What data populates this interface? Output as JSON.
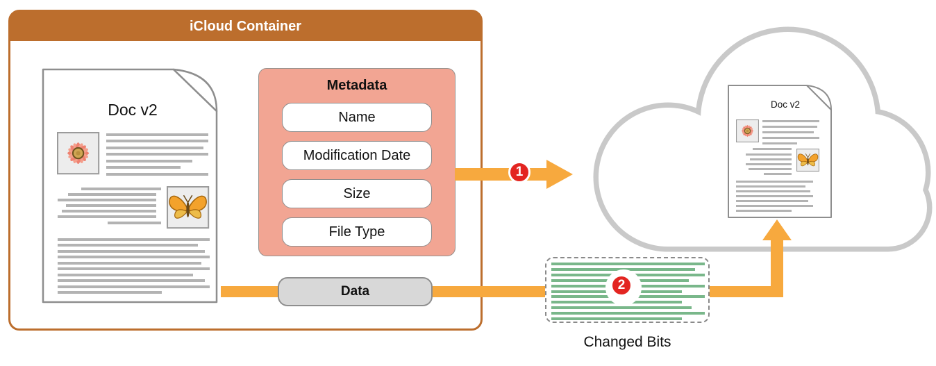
{
  "container": {
    "title": "iCloud Container",
    "document": {
      "title": "Doc v2"
    },
    "data_label": "Data"
  },
  "metadata": {
    "title": "Metadata",
    "fields": [
      "Name",
      "Modification Date",
      "Size",
      "File Type"
    ]
  },
  "steps": {
    "one": "1",
    "two": "2"
  },
  "changed_bits": {
    "label": "Changed Bits"
  },
  "cloud": {
    "document": {
      "title": "Doc v2"
    }
  },
  "colors": {
    "container_brown": "#BC6E2D",
    "metadata_salmon": "#F2A593",
    "arrow_orange": "#F7A93E",
    "badge_red": "#E32521",
    "changed_bits_green": "#79B78A",
    "cloud_gray": "#C9C9C9",
    "text_line_gray": "#B3B3B3",
    "data_pill_gray": "#D8D8D8"
  }
}
